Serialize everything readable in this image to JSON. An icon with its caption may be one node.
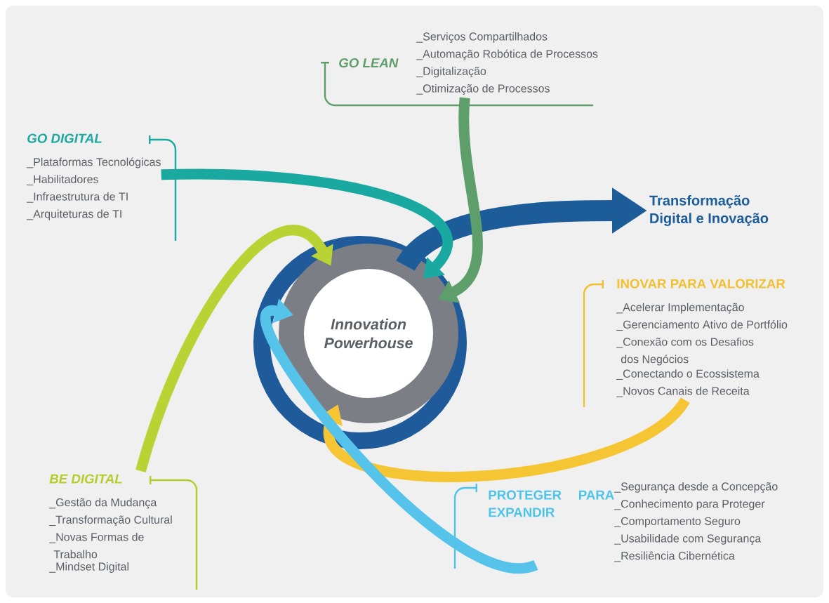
{
  "diagram": {
    "nodes": [
      {
        "text": [
          "GO LEAN",
          "_Serviços Compartilhados",
          "_Automação Robótica de Processos",
          "_Digitalização",
          "_Otimização de Processos"
        ]
      },
      {
        "text": [
          "GO DIGITAL",
          "_Plataformas Tecnológicas",
          "_Habilitadores",
          "_Infraestrutura de TI",
          "_Arquiteturas de TI"
        ]
      },
      {
        "text": [
          "Transformação Digital e Inovação"
        ]
      },
      {
        "text": [
          "Innovation Powerhouse"
        ]
      },
      {
        "text": [
          "INOVAR PARA VALORIZAR",
          "_Acelerar Implementação",
          "_Gerenciamento Ativo de Portfólio",
          "_Conexão com os Desafios dos Negócios",
          "_Conectando o Ecossistema",
          "_Novos Canais de Receita"
        ]
      },
      {
        "text": [
          "BE DIGITAL",
          "_Gestão da Mudança",
          "_Transformação Cultural",
          "_Novas Formas de Trabalho",
          "_Mindset Digital"
        ]
      },
      {
        "text": [
          "PROTEGER PARA EXPANDIR",
          "_Segurança desde a Concepção",
          "_Conhecimento para Proteger",
          "_Comportamento Seguro",
          "_Usabilidade com Segurança",
          "_Resiliência Cibernética"
        ]
      }
    ],
    "edges": [
      {
        "from": 3,
        "to": 2,
        "arrow": "to",
        "style": "thick",
        "color": "#1b5c99"
      },
      {
        "from": 0,
        "to": 3,
        "arrow": "to",
        "color": "#5e9e6a"
      },
      {
        "from": 1,
        "to": 3,
        "arrow": "to",
        "color": "#1aa9a0"
      },
      {
        "from": 4,
        "to": 3,
        "arrow": "to",
        "color": "#f5c533"
      },
      {
        "from": 5,
        "to": 3,
        "arrow": "to",
        "color": "#b9d334"
      },
      {
        "from": 6,
        "to": 3,
        "arrow": "to",
        "color": "#55c3ea"
      }
    ]
  }
}
